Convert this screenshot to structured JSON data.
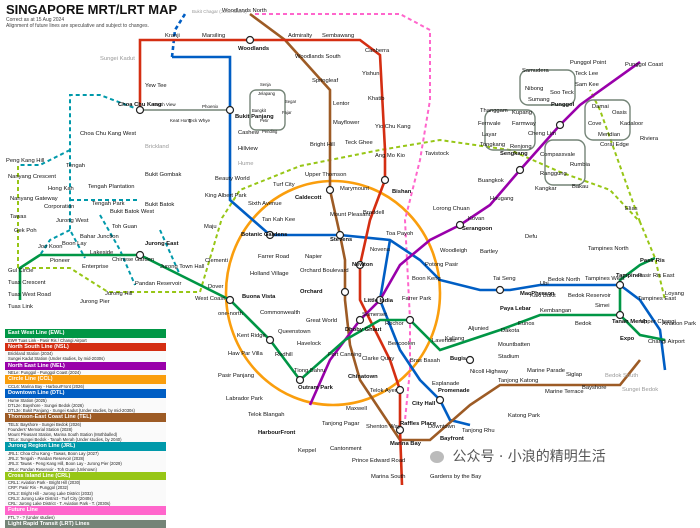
{
  "title": "SINGAPORE MRT/LRT MAP",
  "subtitle_lines": [
    "Correct as at 15 Aug 2024",
    "Alignment of future lines are speculative and subject to changes."
  ],
  "colors": {
    "ewl": "#009645",
    "nsl": "#d42e12",
    "nel": "#9900aa",
    "ccl": "#fa9e0d",
    "dtl": "#005ec4",
    "tel": "#9d5b25",
    "jrl": "#0099aa",
    "crl": "#97c616",
    "future": "#ff66cc",
    "lrt": "#748477",
    "bg": "#ffffff"
  },
  "stations": {
    "woodlands_north": "Woodlands North",
    "bukit_chagar": "Bukit Chagar (Johor Bahru)",
    "kranji": "Kranji",
    "marsiling": "Marsiling",
    "woodlands": "Woodlands",
    "admiralty": "Admiralty",
    "sembawang": "Sembawang",
    "canberra": "Canberra",
    "woodlands_south": "Woodlands South",
    "springleaf": "Springleaf",
    "yishun": "Yishun",
    "khatib": "Khatib",
    "sungei_kadut": "Sungei Kadut",
    "yew_tee": "Yew Tee",
    "choa_chu_kang": "Choa Chu Kang",
    "south_view": "South View",
    "keat_hong": "Keat Hong",
    "teck_whye": "Teck Whye",
    "phoenix": "Phoenix",
    "bukit_panjang": "Bukit Panjang",
    "senja": "Senja",
    "jelapang": "Jelapang",
    "segar": "Segar",
    "fajar": "Fajar",
    "bangkit": "Bangkit",
    "petir": "Petir",
    "pending": "Pending",
    "cashew": "Cashew",
    "hillview": "Hillview",
    "hume": "Hume",
    "beauty_world": "Beauty World",
    "king_albert_park": "King Albert Park",
    "sixth_avenue": "Sixth Avenue",
    "tan_kah_kee": "Tan Kah Kee",
    "botanic_gardens": "Botanic Gardens",
    "lentor": "Lentor",
    "mayflower": "Mayflower",
    "bright_hill": "Bright Hill",
    "upper_thomson": "Upper Thomson",
    "caldecott": "Caldecott",
    "stevens": "Stevens",
    "napier": "Napier",
    "orchard_boulevard": "Orchard Boulevard",
    "orchard": "Orchard",
    "great_world": "Great World",
    "havelock": "Havelock",
    "outram_park": "Outram Park",
    "maxwell": "Maxwell",
    "shenton_way": "Shenton Way",
    "marina_bay": "Marina Bay",
    "marina_south": "Marina South",
    "gardens_by_the_bay": "Gardens by the Bay",
    "tanjong_rhu": "Tanjong Rhu",
    "katong_park": "Katong Park",
    "tanjong_katong": "Tanjong Katong",
    "marine_parade": "Marine Parade",
    "marine_terrace": "Marine Terrace",
    "siglap": "Siglap",
    "bayshore": "Bayshore",
    "bedok_south": "Bedok South",
    "sungei_bedok": "Sungei Bedok",
    "yio_chu_kang": "Yio Chu Kang",
    "ang_mo_kio": "Ang Mo Kio",
    "bishan": "Bishan",
    "braddell": "Braddell",
    "toa_payoh": "Toa Payoh",
    "novena": "Novena",
    "newton": "Newton",
    "somerset": "Somerset",
    "dhoby_ghaut": "Dhoby Ghaut",
    "city_hall": "City Hall",
    "raffles_place": "Raffles Place",
    "marymount": "Marymount",
    "lorong_chuan": "Lorong Chuan",
    "serangoon": "Serangoon",
    "bartley": "Bartley",
    "tai_seng": "Tai Seng",
    "macpherson": "MacPherson",
    "paya_lebar": "Paya Lebar",
    "dakota": "Dakota",
    "mountbatten": "Mountbatten",
    "stadium": "Stadium",
    "nicoll_highway": "Nicoll Highway",
    "promenade": "Promenade",
    "esplanade": "Esplanade",
    "bras_basah": "Bras Basah",
    "bencoolen": "Bencoolen",
    "rochor": "Rochor",
    "little_india": "Little India",
    "farrer_park": "Farrer Park",
    "boon_keng": "Boon Keng",
    "potong_pasir": "Potong Pasir",
    "woodleigh": "Woodleigh",
    "kovan": "Kovan",
    "hougang": "Hougang",
    "buangkok": "Buangkok",
    "sengkang": "Sengkang",
    "punggol": "Punggol",
    "punggol_coast": "Punggol Coast",
    "ubi": "Ubi",
    "kaki_bukit": "Kaki Bukit",
    "bedok_north": "Bedok North",
    "bedok_reservoir": "Bedok Reservoir",
    "tampines_west": "Tampines West",
    "tampines": "Tampines",
    "tampines_east": "Tampines East",
    "upper_changi": "Upper Changi",
    "expo": "Expo",
    "changi_airport": "Changi Airport",
    "tanah_merah": "Tanah Merah",
    "simei": "Simei",
    "bedok": "Bedok",
    "kembangan": "Kembangan",
    "eunos": "Eunos",
    "aljunied": "Aljunied",
    "kallang": "Kallang",
    "lavender": "Lavender",
    "bugis": "Bugis",
    "tanjong_pagar": "Tanjong Pagar",
    "telok_ayer": "Telok Ayer",
    "downtown": "Downtown",
    "bayfront": "Bayfront",
    "chinatown": "Chinatown",
    "clarke_quay": "Clarke Quay",
    "fort_canning": "Fort Canning",
    "tiong_bahru": "Tiong Bahru",
    "redhill": "Redhill",
    "queenstown": "Queenstown",
    "commonwealth": "Commonwealth",
    "buona_vista": "Buona Vista",
    "dover": "Dover",
    "clementi": "Clementi",
    "jurong_east": "Jurong East",
    "chinese_garden": "Chinese Garden",
    "lakeside": "Lakeside",
    "boon_lay": "Boon Lay",
    "pioneer": "Pioneer",
    "joo_koon": "Joo Koon",
    "gul_circle": "Gul Circle",
    "tuas_crescent": "Tuas Crescent",
    "tuas_west_road": "Tuas West Road",
    "tuas_link": "Tuas Link",
    "holland_village": "Holland Village",
    "farrer_road": "Farrer Road",
    "one_north": "one-north",
    "kent_ridge": "Kent Ridge",
    "haw_par_villa": "Haw Par Villa",
    "pasir_panjang": "Pasir Panjang",
    "labrador_park": "Labrador Park",
    "telok_blangah": "Telok Blangah",
    "harbourfront": "HarbourFront",
    "bukit_gombak": "Bukit Gombak",
    "bukit_batok": "Bukit Batok",
    "brickland": "Brickland",
    "tengah": "Tengah",
    "hong_kah": "Hong Kah",
    "corporation": "Corporation",
    "jurong_west": "Jurong West",
    "bahar_junction": "Bahar Junction",
    "gek_poh": "Gek Poh",
    "tawas": "Tawas",
    "peng_kang_hill": "Peng Kang Hill",
    "nanyang_crescent": "Nanyang Crescent",
    "nanyang_gateway": "Nanyang Gateway",
    "choa_chu_kang_west": "Choa Chu Kang West",
    "tengah_plantation": "Tengah Plantation",
    "tengah_park": "Tengah Park",
    "bukit_batok_west": "Bukit Batok West",
    "toh_guan": "Toh Guan",
    "jurong_town_hall": "Jurong Town Hall",
    "pandan_reservoir": "Pandan Reservoir",
    "enterprise": "Enterprise",
    "jurong_hill": "Jurong Hill",
    "jurong_pier": "Jurong Pier",
    "west_coast": "West Coast",
    "pasir_ris": "Pasir Ris",
    "pasir_ris_east": "Pasir Ris East",
    "loyang": "Loyang",
    "elias": "Elias",
    "aviation_park": "Aviation Park",
    "tampines_north": "Tampines North",
    "defu": "Defu",
    "tavistock": "Tavistock",
    "teck_ghee": "Teck Ghee",
    "turf_city": "Turf City",
    "maju": "Maju",
    "mount_pleasant": "Mount Pleasant",
    "keppel": "Keppel",
    "cantonment": "Cantonment",
    "prince_edward_road": "Prince Edward Road",
    "riviera": "Riviera",
    "punggol_point": "Punggol Point",
    "samudera": "Samudera",
    "teck_lee": "Teck Lee",
    "nibong": "Nibong",
    "sumang": "Sumang",
    "soo_teck": "Soo Teck",
    "sam_kee": "Sam Kee",
    "damai": "Damai",
    "oasis": "Oasis",
    "kadaloor": "Kadaloor",
    "coral_edge": "Coral Edge",
    "meridian": "Meridian",
    "cove": "Cove",
    "thanggam": "Thanggam",
    "kupang": "Kupang",
    "farmway": "Farmway",
    "fernvale": "Fernvale",
    "layar": "Layar",
    "tongkang": "Tongkang",
    "renjong": "Renjong",
    "cheng_lim": "Cheng Lim",
    "compassvale": "Compassvale",
    "rumbia": "Rumbia",
    "bakau": "Bakau",
    "ranggung": "Ranggung",
    "kangkar": "Kangkar"
  },
  "legend": [
    {
      "name": "East West Line (EWL)",
      "color": "#009645",
      "items": [
        "EW# Tuas Link - Pasir Ris / Changi Airport"
      ]
    },
    {
      "name": "North South Line (NSL)",
      "color": "#d42e12",
      "items": [
        "Brickland Station (2034)",
        "Sungei Kadut Station (Under studies, by mid-2030s)"
      ]
    },
    {
      "name": "North East Line (NEL)",
      "color": "#9900aa",
      "items": [
        "NELe: Punggol - Punggol Coast (2024)"
      ]
    },
    {
      "name": "Circle Line (CCL)",
      "color": "#fa9e0d",
      "items": [
        "CCL6: Marina Bay - HarbourFront (2026)"
      ]
    },
    {
      "name": "Downtown Line (DTL)",
      "color": "#005ec4",
      "items": [
        "Hume Station (2025)",
        "DTL2e: Bayshore - Sungei Bedok (2026)",
        "DTL3e: Bukit Panjang - Sungei Kadut (Under studies, by mid-2030s)"
      ]
    },
    {
      "name": "Thomson-East Coast Line (TEL)",
      "color": "#9d5b25",
      "items": [
        "TEL5: Bayshore - Sungei Bedok (2026)",
        "Founders' Memorial Station (2028)",
        "Mount Pleasant Station, Marina South Station (Mothballed)",
        "TELe: Sungei Bedok - Tanah Merah (Under studies, by 2040)"
      ]
    },
    {
      "name": "Jurong Region Line (JRL)",
      "color": "#0099aa",
      "items": [
        "JRL1: Choa Chu Kang - Tawas, Boon Lay (2027)",
        "JRL2: Tengah - Pandan Reservoir (2028)",
        "JRL3: Tawas - Peng Kang Hill, Boon Lay - Jurong Pier (2029)",
        "JRLe: Pandan Reservoir - Toh Guan (Unknown)"
      ]
    },
    {
      "name": "Cross Island Line (CRL)",
      "color": "#97c616",
      "items": [
        "CRL1: Aviation Park - Bright Hill (2030)",
        "CRP: Pasir Ris - Punggol (2032)",
        "CRL2: Bright Hill - Jurong Lake District (2032)",
        "CRL3: Jurong Lake District - Turf City (2040s)",
        "CRL: Jurong Lake District - T. Aviation Park - T. (2030s)"
      ]
    },
    {
      "name": "Future Line",
      "color": "#ff66cc",
      "items": [
        "FTL ? - ? (Under studies)"
      ]
    },
    {
      "name": "Light Rapid Transit (LRT) Lines",
      "color": "#748477",
      "items": []
    }
  ],
  "watermark": {
    "text": "公众号 · 小浪的精明生活",
    "icon": "wechat-icon"
  }
}
